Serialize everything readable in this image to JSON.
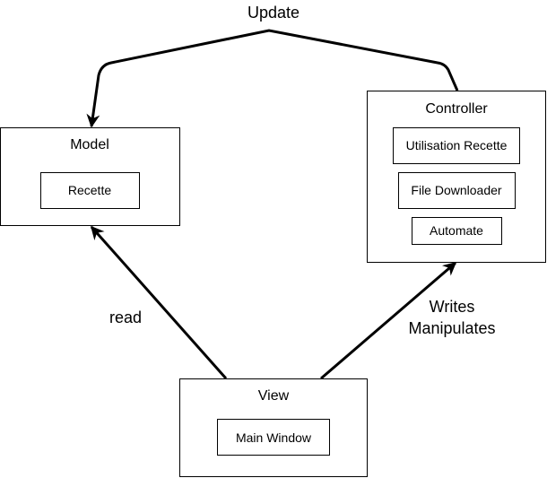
{
  "nodes": {
    "model": {
      "title": "Model",
      "children": [
        "Recette"
      ]
    },
    "controller": {
      "title": "Controller",
      "children": [
        "Utilisation Recette",
        "File Downloader",
        "Automate"
      ]
    },
    "view": {
      "title": "View",
      "children": [
        "Main Window"
      ]
    }
  },
  "edges": {
    "update": {
      "label": "Update",
      "from": "controller",
      "to": "model"
    },
    "read": {
      "label": "read",
      "from": "view",
      "to": "model"
    },
    "writes": {
      "label_line1": "Writes",
      "label_line2": "Manipulates",
      "from": "view",
      "to": "controller"
    }
  },
  "colors": {
    "stroke": "#000000",
    "fill": "#ffffff",
    "text": "#000000"
  }
}
